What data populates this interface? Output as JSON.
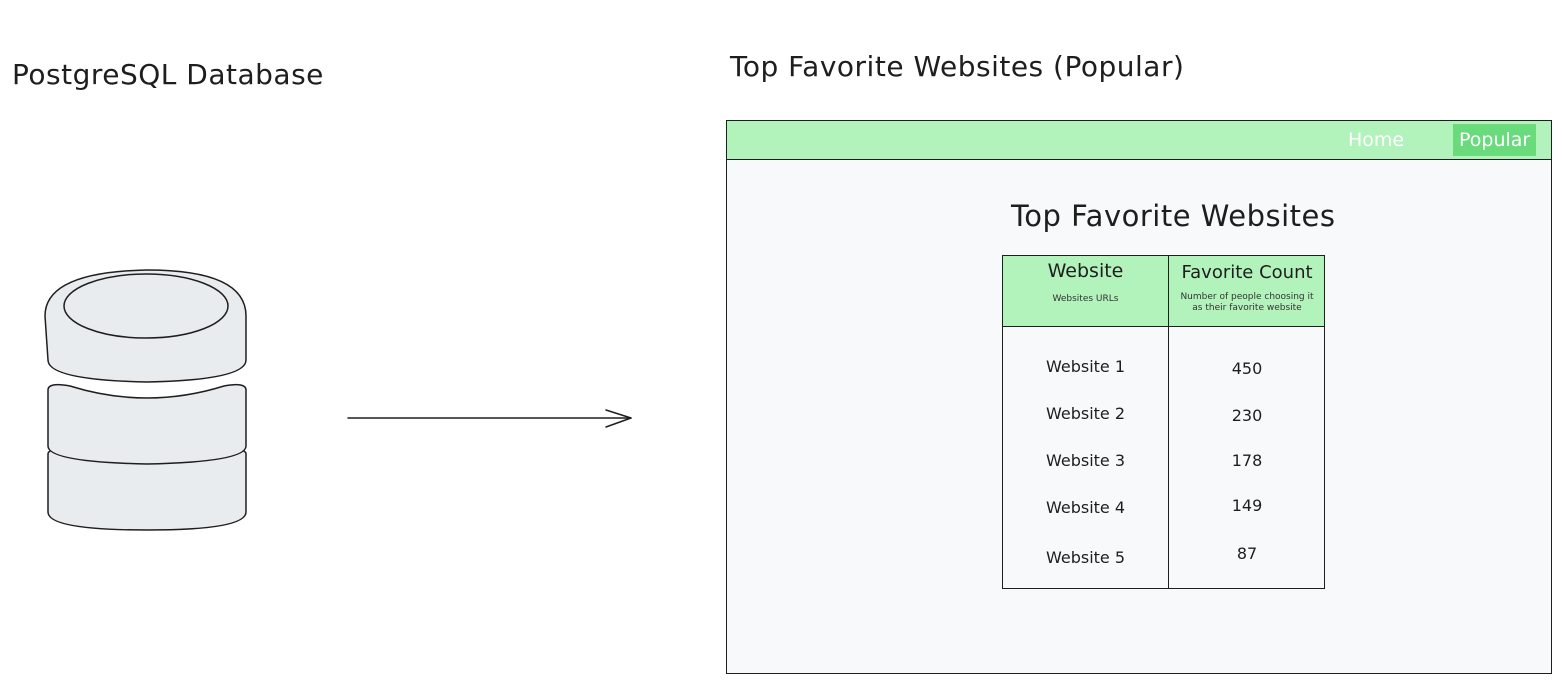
{
  "diagram": {
    "database_label": "PostgreSQL Database",
    "page_heading": "Top Favorite Websites (Popular)"
  },
  "navbar": {
    "home_label": "Home",
    "popular_label": "Popular"
  },
  "content": {
    "title": "Top Favorite Websites"
  },
  "table": {
    "columns": [
      {
        "title": "Website",
        "subtitle": "Websites URLs"
      },
      {
        "title": "Favorite Count",
        "subtitle": "Number of people choosing it as their favorite website"
      }
    ],
    "rows": [
      {
        "website": "Website 1",
        "count": "450"
      },
      {
        "website": "Website 2",
        "count": "230"
      },
      {
        "website": "Website 3",
        "count": "178"
      },
      {
        "website": "Website 4",
        "count": "149"
      },
      {
        "website": "Website 5",
        "count": "87"
      }
    ]
  },
  "colors": {
    "navbar_bg": "#b2f2bb",
    "active_tab_bg": "#69db7c",
    "window_bg": "#f8f9fa",
    "stroke": "#1e1e1e"
  },
  "icons": {
    "database": "database-icon",
    "arrow": "right-arrow-icon"
  }
}
